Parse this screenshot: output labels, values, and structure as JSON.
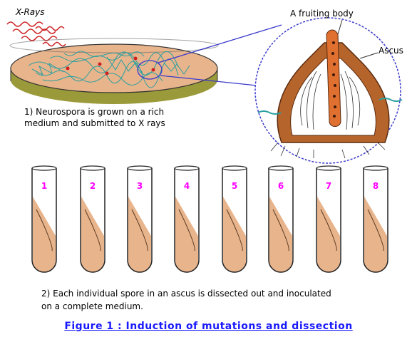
{
  "labels": {
    "xrays": "X-Rays",
    "fruiting_body": "A fruiting body",
    "ascus": "Ascus",
    "step1_line1": "1) Neurospora is grown on a rich",
    "step1_line2": "medium and submitted to X rays",
    "step2_line1": "2) Each individual spore in an ascus is dissected out and inoculated",
    "step2_line2": "on a complete medium."
  },
  "caption": "Figure 1 : Induction of mutations and dissection",
  "tubes": [
    "1",
    "2",
    "3",
    "4",
    "5",
    "6",
    "7",
    "8"
  ],
  "colors": {
    "agar": "#e8b48c",
    "dish_rim": "#9a9a3a",
    "hyphae": "#2aa0a0",
    "fruiting_body": "#b5652b",
    "spore_column": "#e07030",
    "circle_outline": "#3a3acc",
    "xray": "#cc2222",
    "tube_number": "#ff00ff",
    "caption": "#1a1aff"
  }
}
